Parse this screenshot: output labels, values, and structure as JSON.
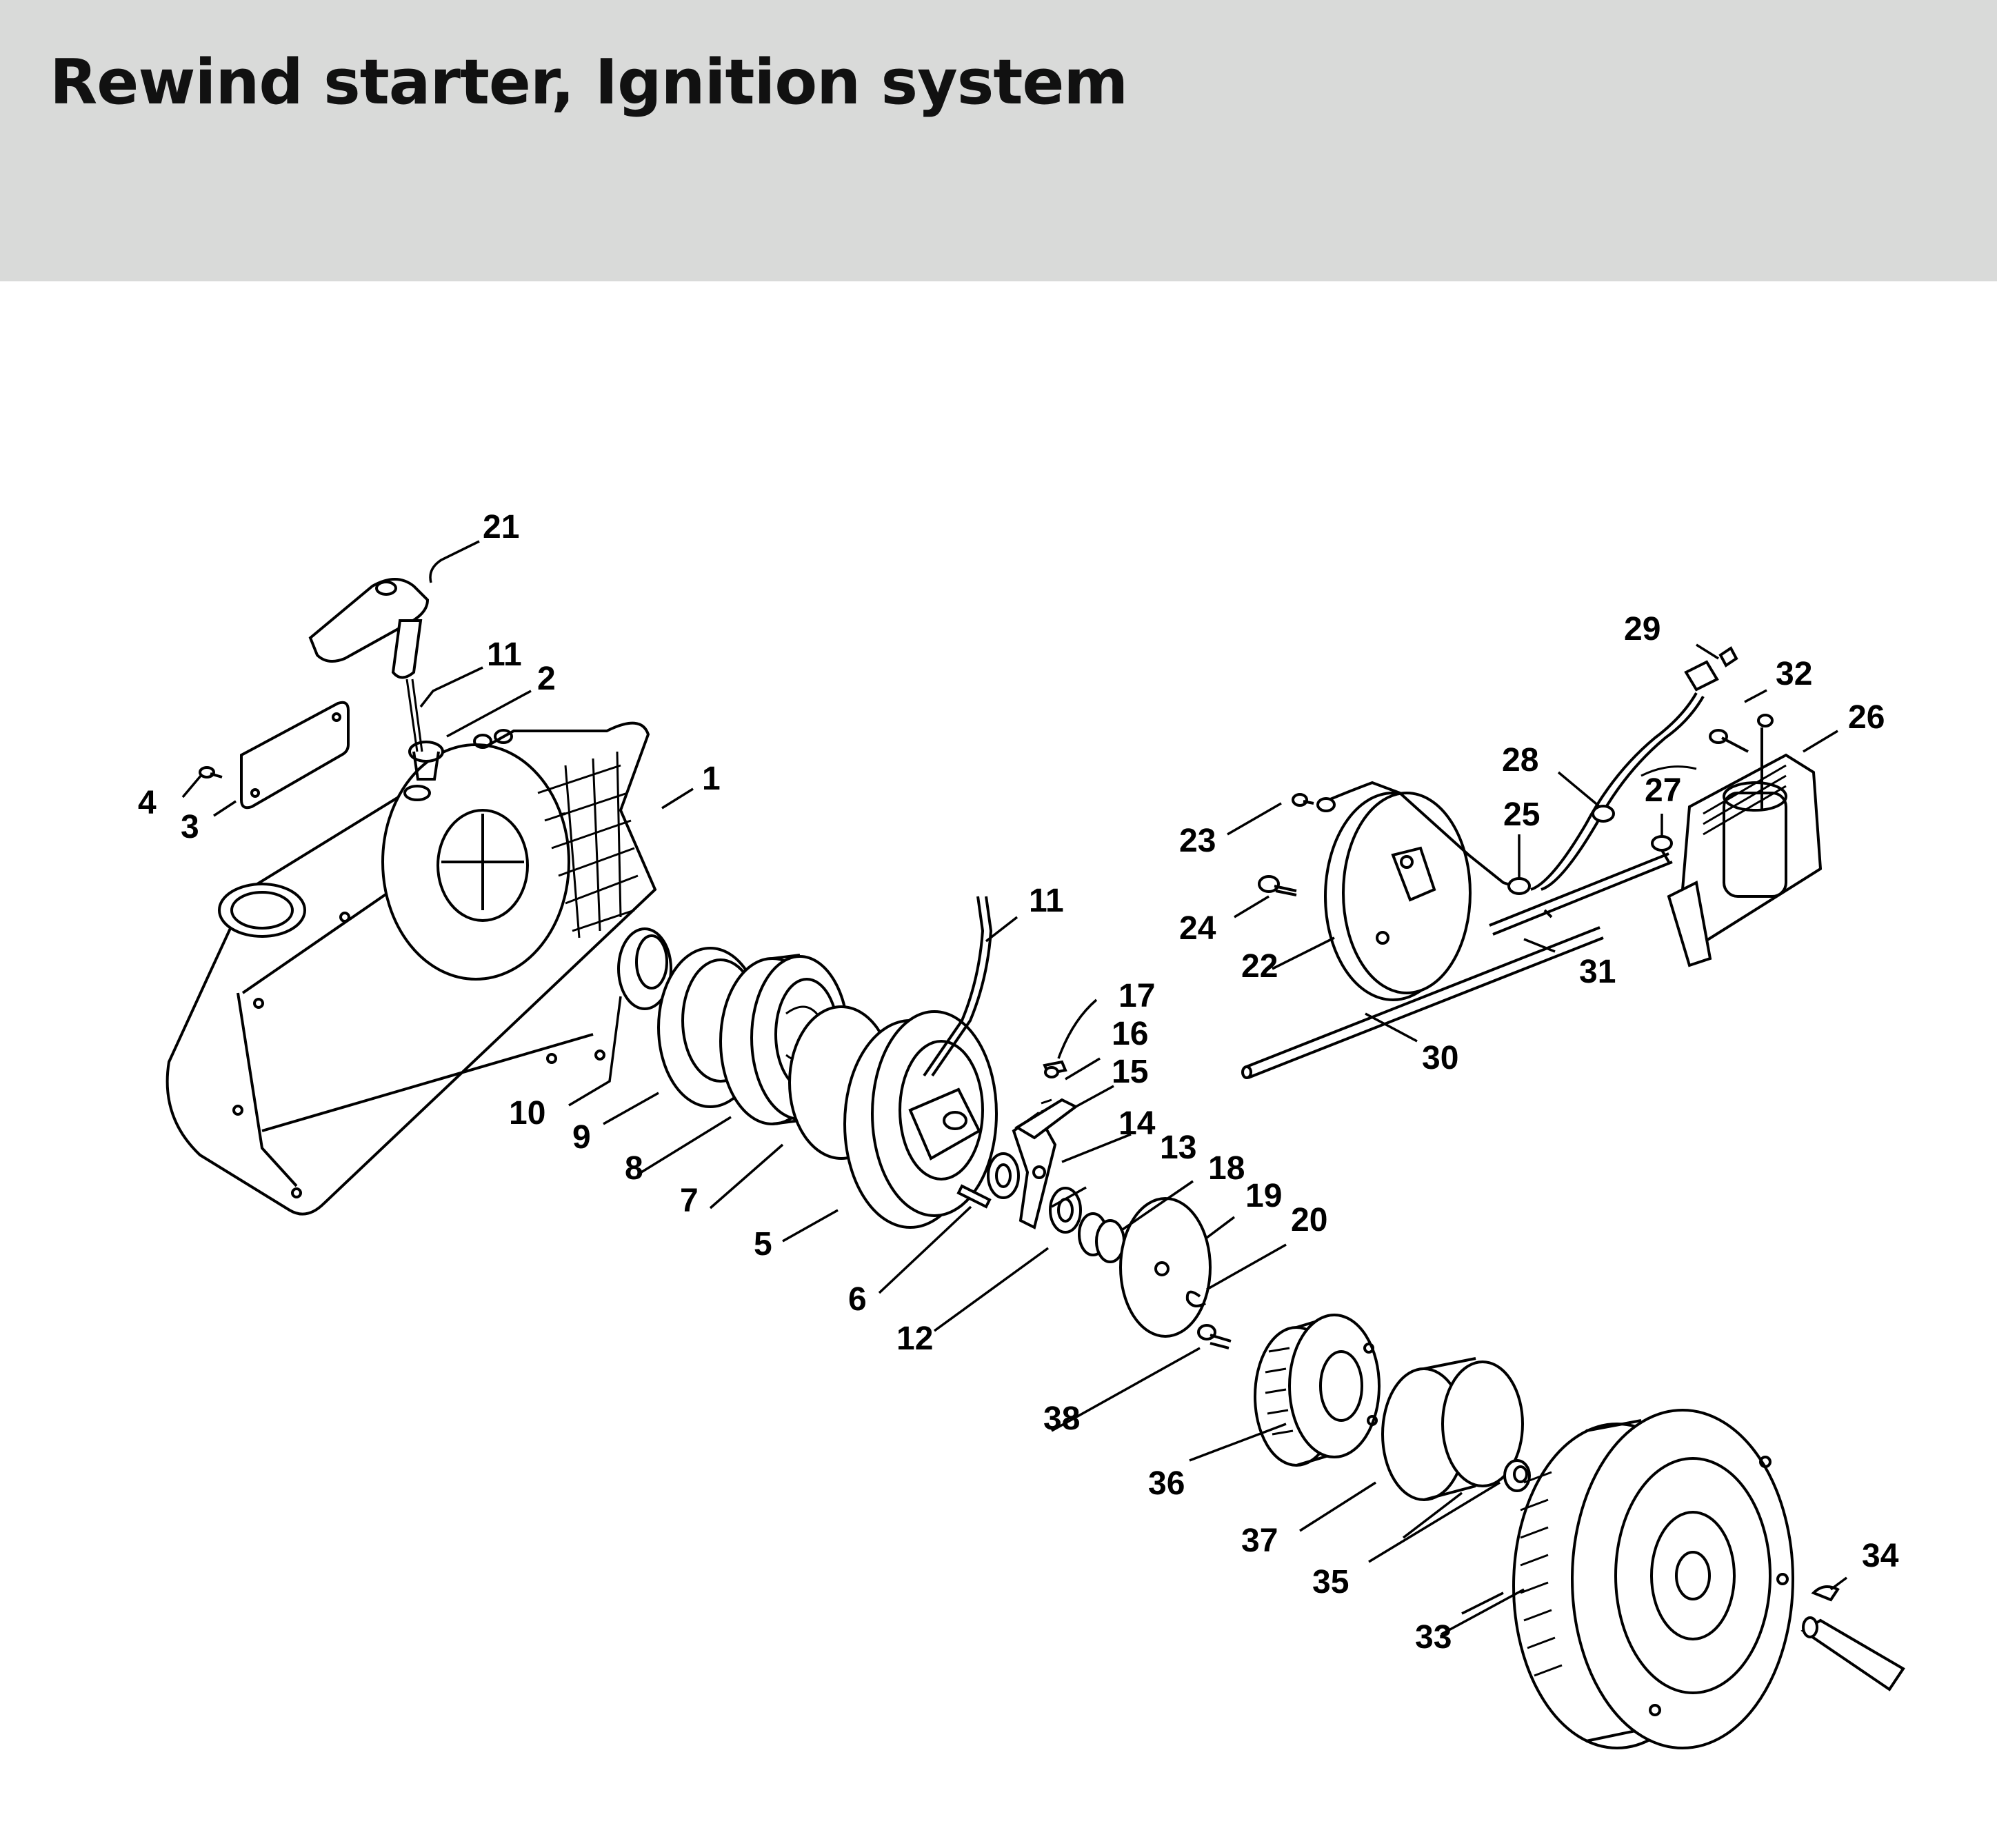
{
  "header": {
    "title": "Rewind starter, Ignition system"
  },
  "callouts": [
    "1",
    "2",
    "3",
    "4",
    "5",
    "6",
    "7",
    "8",
    "9",
    "10",
    "11",
    "11",
    "12",
    "13",
    "14",
    "15",
    "16",
    "17",
    "18",
    "19",
    "20",
    "21",
    "22",
    "23",
    "24",
    "25",
    "26",
    "27",
    "28",
    "29",
    "30",
    "31",
    "32",
    "33",
    "34",
    "35",
    "36",
    "37",
    "38"
  ]
}
